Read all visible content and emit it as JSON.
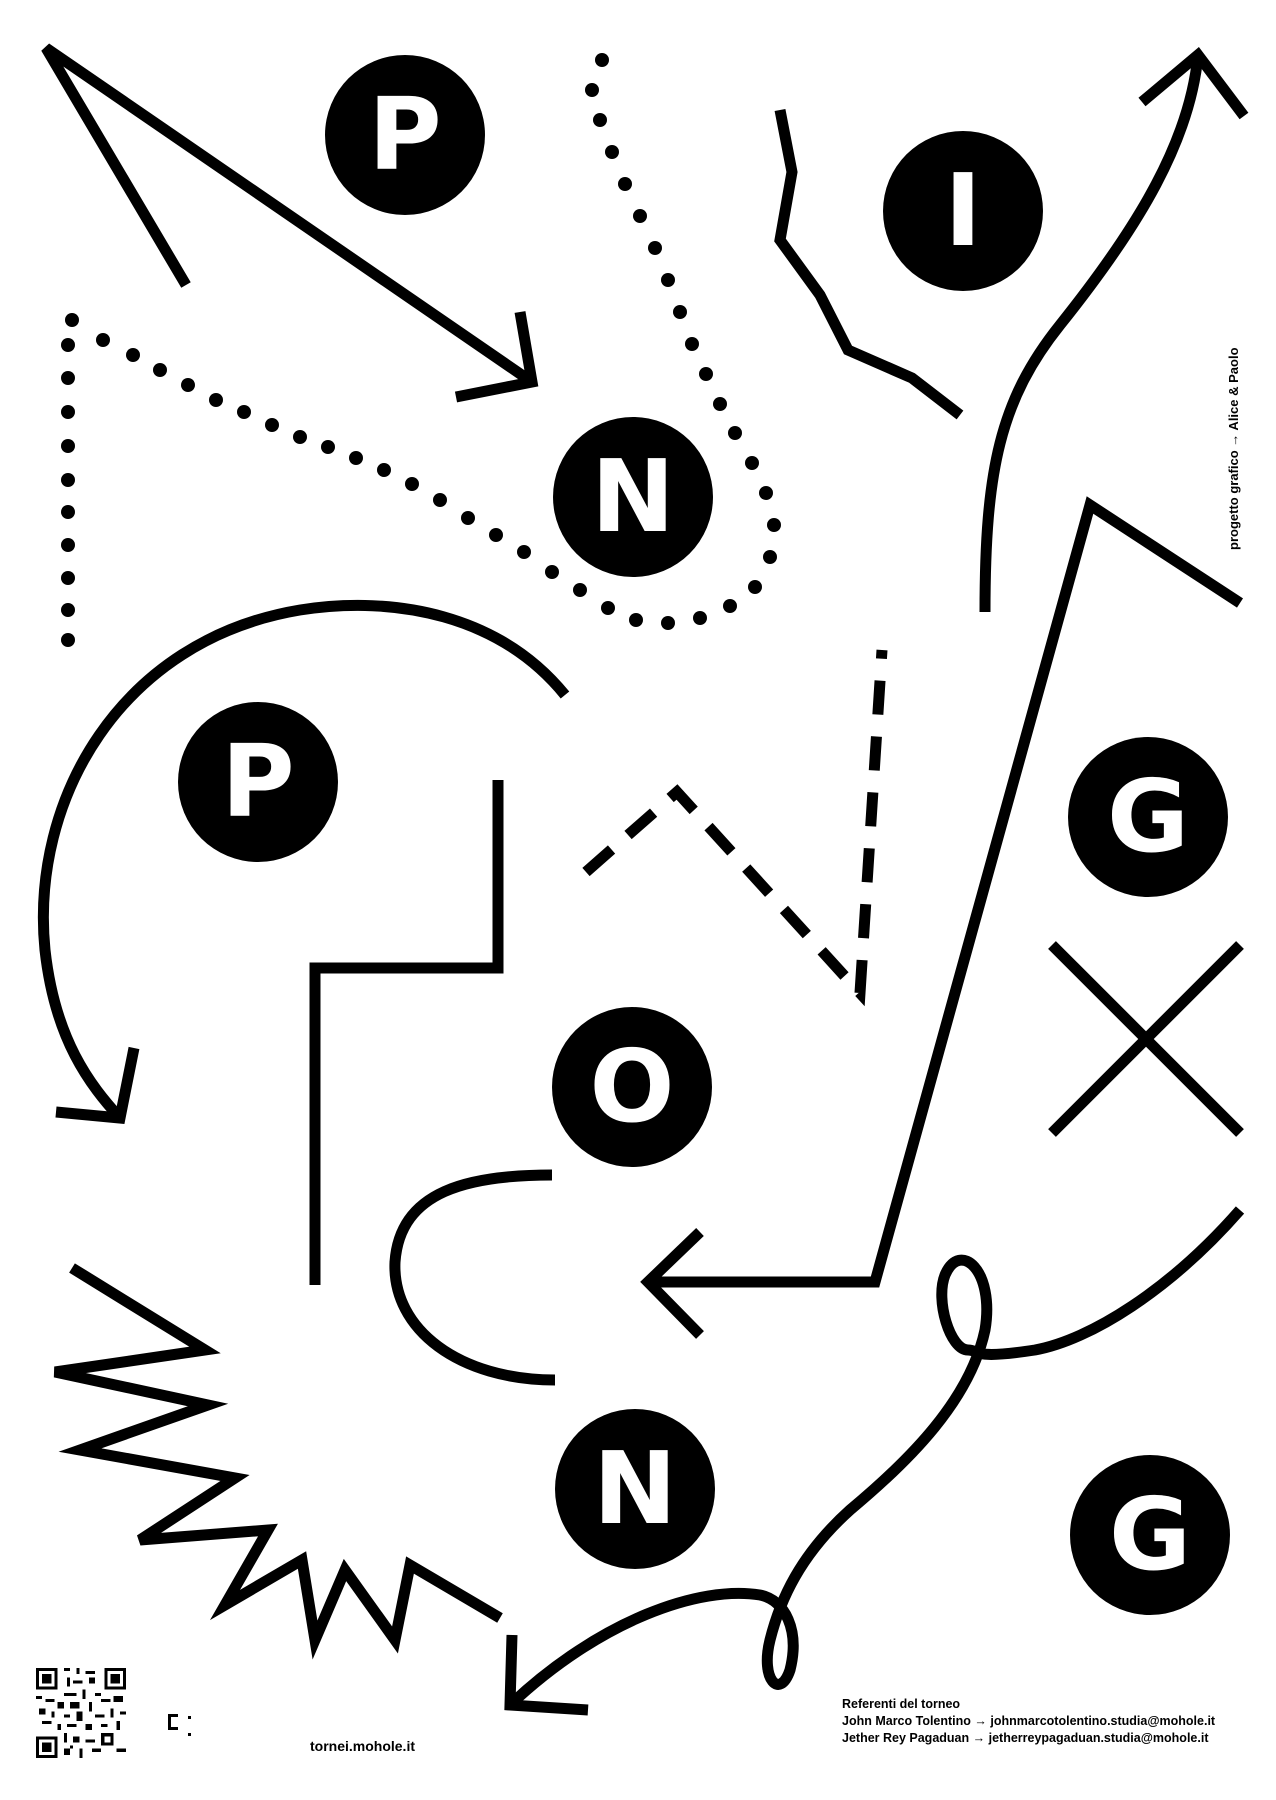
{
  "poster": {
    "letters": [
      "P",
      "N",
      "I",
      "P",
      "G",
      "O",
      "N",
      "G"
    ],
    "credit": {
      "label": "progetto grafico",
      "arrow": "→",
      "authors": "Alice & Paolo"
    },
    "website": "tornei.mohole.it",
    "referents": {
      "title": "Referenti del torneo",
      "people": [
        {
          "name": "John Marco Tolentino",
          "arrow": "→",
          "email": "johnmarcotolentino.studia@mohole.it"
        },
        {
          "name": "Jether Rey Pagaduan",
          "arrow": "→",
          "email": "jetherreypagaduan.studia@mohole.it"
        }
      ]
    },
    "qr_icon": "qr-code-icon",
    "logo_icon": "mohole-logo-icon",
    "colors": {
      "ink": "#000000",
      "paper": "#ffffff"
    }
  }
}
